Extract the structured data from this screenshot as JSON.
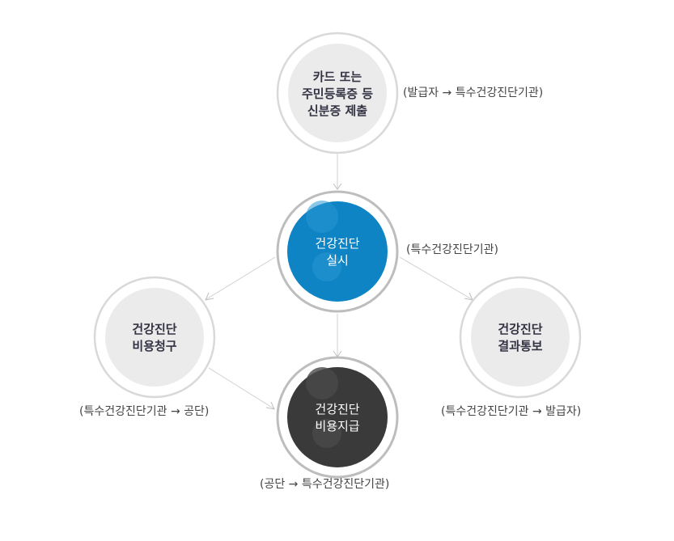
{
  "nodes": {
    "submit_id": {
      "lines": [
        "카드 또는",
        "주민등록증 등",
        "신분증 제출"
      ],
      "annotation": "(발급자 → 특수건강진단기관)"
    },
    "checkup": {
      "lines": [
        "건강진단",
        "실시"
      ],
      "annotation": "(특수건강진단기관)"
    },
    "claim": {
      "lines": [
        "건강진단",
        "비용청구"
      ],
      "annotation": "(특수건강진단기관 → 공단)"
    },
    "result": {
      "lines": [
        "건강진단",
        "결과통보"
      ],
      "annotation": "(특수건강진단기관 → 발급자)"
    },
    "payment": {
      "lines": [
        "건강진단",
        "비용지급"
      ],
      "annotation": "(공단 → 특수건강진단기관)"
    }
  },
  "colors": {
    "checkup_fill": "#0f84c4",
    "payment_fill": "#3a3a3a",
    "gray_fill": "#ebebeb"
  }
}
